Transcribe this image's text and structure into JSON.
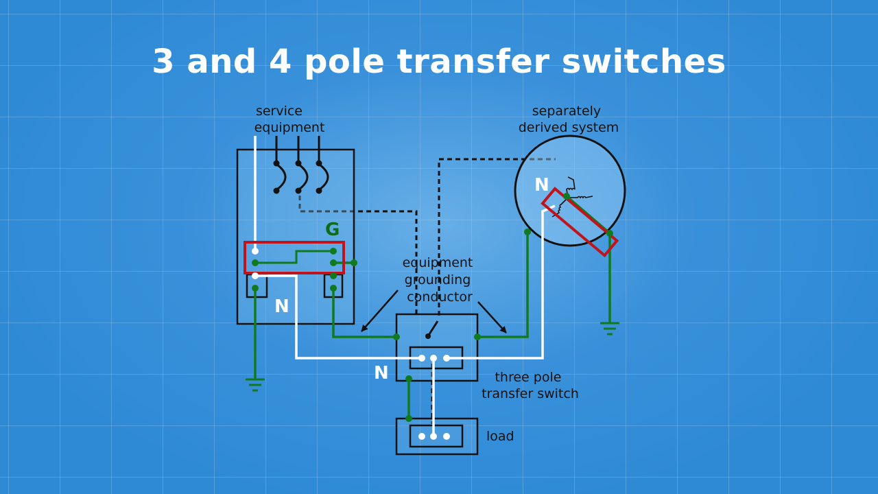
{
  "title": "3 and 4 pole transfer switches",
  "labels": {
    "service_equipment": [
      "service",
      "equipment"
    ],
    "separately_derived_system": [
      "separately",
      "derived system"
    ],
    "equipment_grounding_conductor": [
      "equipment",
      "grounding",
      "conductor"
    ],
    "three_pole_transfer_switch": [
      "three pole",
      "transfer switch"
    ],
    "load": "load",
    "neutral_service": "N",
    "neutral_switch": "N",
    "neutral_generator": "N",
    "ground_bus": "G"
  },
  "colors": {
    "background": "#2f8ad6",
    "neutral_wire": "#ffffff",
    "ground_wire": "#117a1e",
    "bonding_jumper": "#c0141c",
    "enclosure": "#111111",
    "ground_label": "#0f6b1a"
  }
}
